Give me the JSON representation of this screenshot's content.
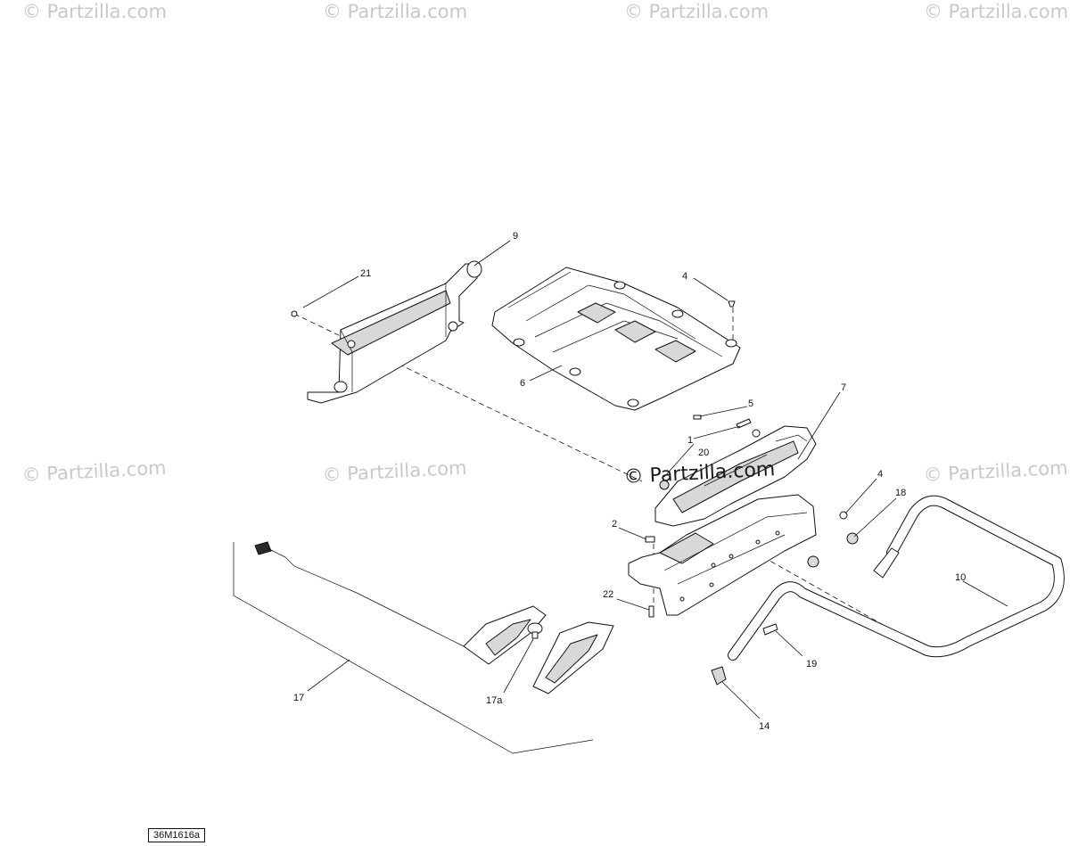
{
  "watermark": {
    "text": "© Partzilla.com",
    "center_text": "© Partzilla.com"
  },
  "diagram_code": "36M1616a",
  "callouts": {
    "c1": "1",
    "c2": "2",
    "c4a": "4",
    "c4b": "4",
    "c5": "5",
    "c6": "6",
    "c7": "7",
    "c9": "9",
    "c10": "10",
    "c14": "14",
    "c17": "17",
    "c17a": "17a",
    "c18": "18",
    "c19": "19",
    "c20": "20",
    "c21": "21",
    "c22": "22"
  }
}
